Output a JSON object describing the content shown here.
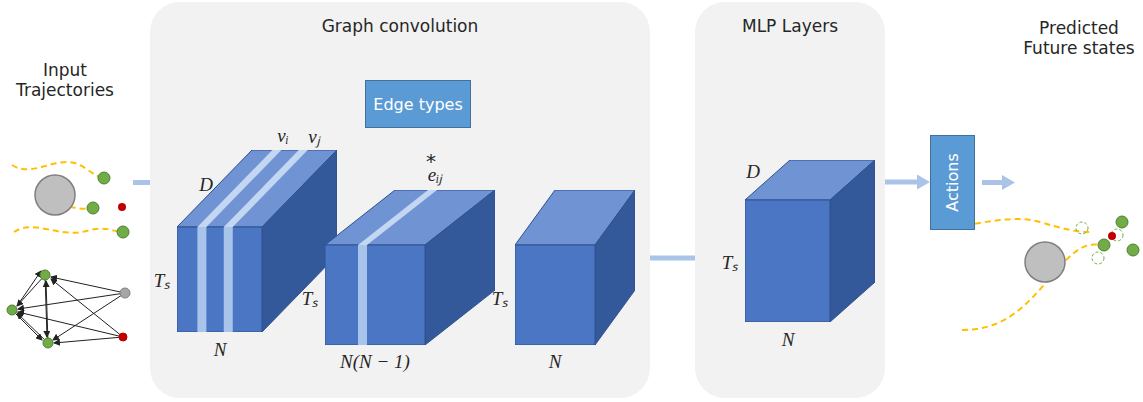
{
  "diagram": {
    "nodes": [
      {
        "text": [
          "Graph convolution"
        ]
      },
      {
        "text": [
          "D",
          "vᵢ",
          "vⱼ",
          "Tₛ",
          "N"
        ],
        "in": 0
      },
      {
        "text": [
          "Edge types"
        ],
        "in": 0
      },
      {
        "text": [
          "eᵢⱼ",
          "Tₛ",
          "N(N − 1)"
        ],
        "in": 0
      },
      {
        "text": [
          "Tₛ",
          "N"
        ],
        "in": 0
      },
      {
        "text": [
          "MLP Layers"
        ]
      },
      {
        "text": [
          "D",
          "Tₛ",
          "N"
        ],
        "in": 5
      },
      {
        "text": [
          "Actions"
        ]
      }
    ],
    "edges": [
      {
        "from": 2,
        "to": 3,
        "label": "*",
        "arrow": "to"
      },
      {
        "from": 4,
        "to": 6,
        "arrow": "to"
      },
      {
        "from": 6,
        "to": 7,
        "arrow": "to"
      }
    ],
    "labels": [
      "Input Trajectories",
      "Predicted Future states"
    ]
  }
}
